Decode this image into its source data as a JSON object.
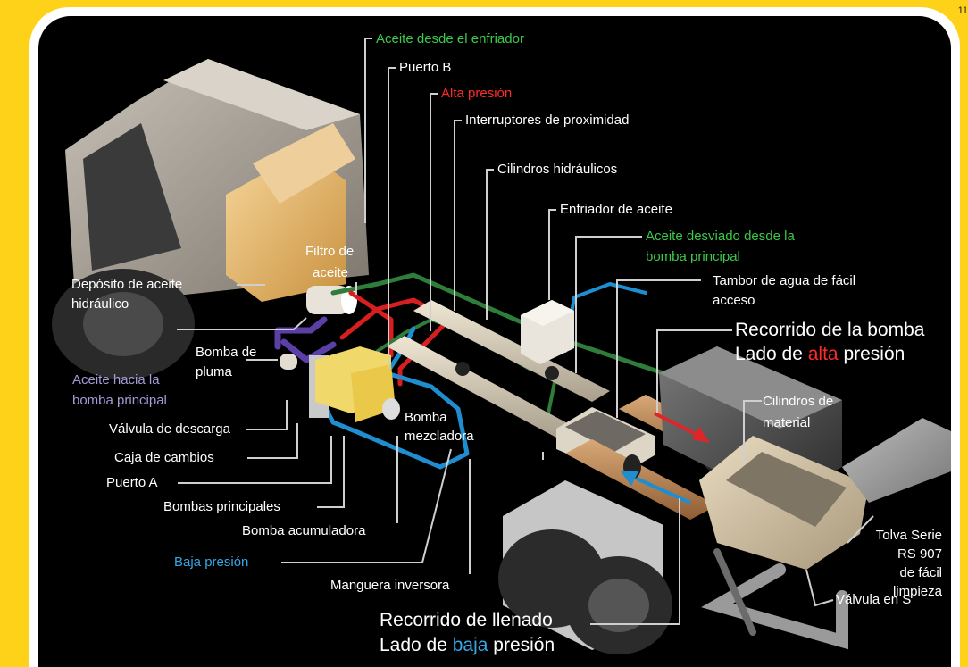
{
  "page_number": "11",
  "colors": {
    "background": "#ffd21a",
    "panel": "#000000",
    "high_pressure": "#ff2a2a",
    "low_pressure": "#35a7e6",
    "oil_green": "#3cc94a",
    "oil_purple": "#a59ad6"
  },
  "labels": {
    "aceite_enfriador": "Aceite desde el enfriador",
    "puerto_b": "Puerto B",
    "alta_presion": "Alta presión",
    "interruptores": "Interruptores de proximidad",
    "cilindros_hidraulicos": "Cilindros hidráulicos",
    "enfriador": "Enfriador de aceite",
    "aceite_desviado_1": "Aceite desviado desde la",
    "aceite_desviado_2": "bomba principal",
    "filtro_1": "Filtro de",
    "filtro_2": "aceite",
    "deposito_1": "Depósito de aceite",
    "deposito_2": "hidráulico",
    "tambor_1": "Tambor de agua de fácil",
    "tambor_2": "acceso",
    "recorrido_bomba": "Recorrido de la bomba",
    "lado_alta_pre": "Lado de ",
    "lado_alta_word": "alta",
    "lado_alta_post": " presión",
    "bomba_pluma_1": "Bomba de",
    "bomba_pluma_2": "pluma",
    "aceite_hacia_1": "Aceite hacia la",
    "aceite_hacia_2": "bomba principal",
    "valvula_descarga": "Válvula de descarga",
    "bomba_mezcladora_1": "Bomba",
    "bomba_mezcladora_2": "mezcladora",
    "cilindros_material_1": "Cilindros de",
    "cilindros_material_2": "material",
    "caja_cambios": "Caja de cambios",
    "puerto_a": "Puerto A",
    "bombas_principales": "Bombas principales",
    "bomba_acumuladora": "Bomba acumuladora",
    "baja_presion": "Baja presión",
    "manguera_inversora": "Manguera inversora",
    "tolva_1": "Tolva Serie",
    "tolva_2": "RS 907",
    "tolva_3": "de fácil",
    "tolva_4": "limpieza",
    "recorrido_llenado": "Recorrido de llenado",
    "lado_baja_pre": "Lado de ",
    "lado_baja_word": "baja",
    "lado_baja_post": " presión",
    "valvula_s": "Válvula en S"
  }
}
